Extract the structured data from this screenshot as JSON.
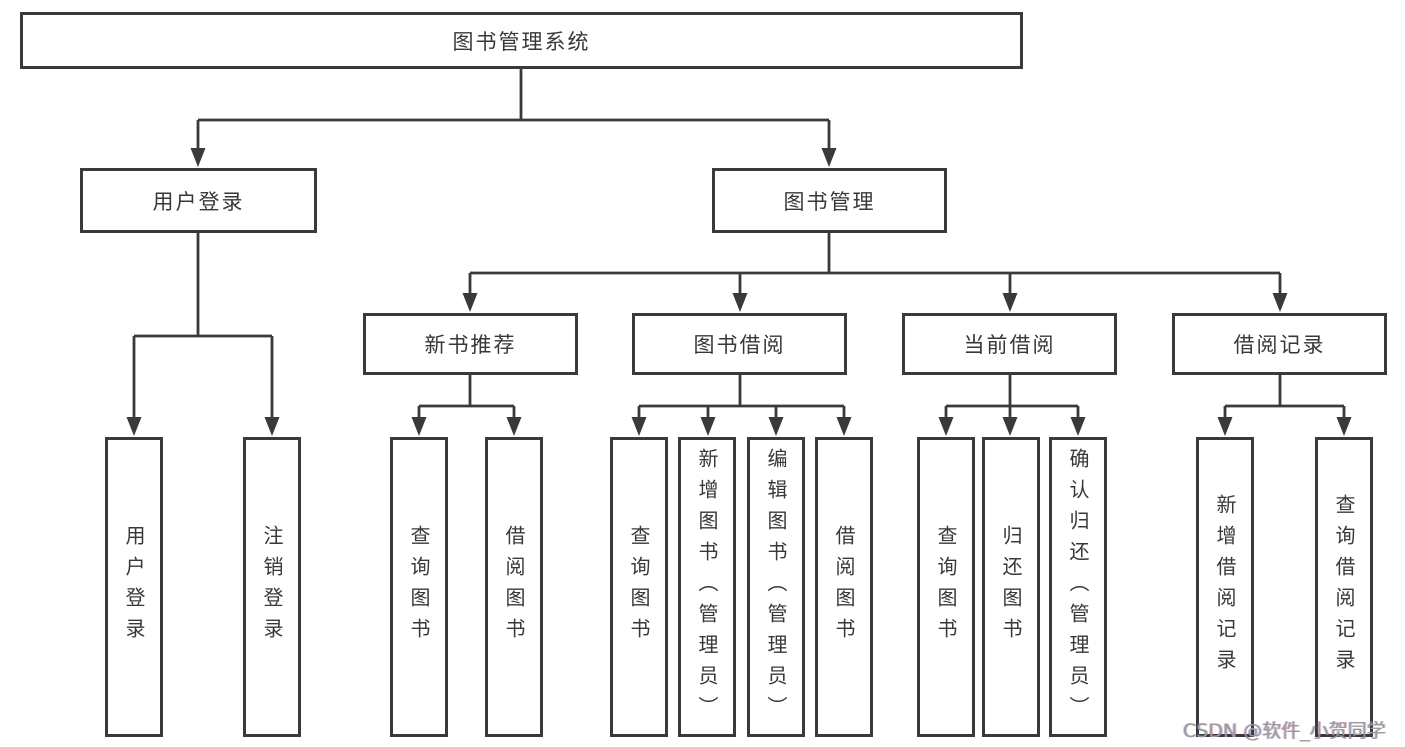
{
  "palette": {
    "line": "#3a3a3a",
    "box_border": "#3a3a3a",
    "box_fill": "#ffffff",
    "text": "#383838",
    "watermark_text": "#9a9aa0",
    "background": "#ffffff"
  },
  "nodes": {
    "root": {
      "label": "图书管理系统"
    },
    "user_login": {
      "label": "用户登录"
    },
    "book_mgmt": {
      "label": "图书管理"
    },
    "new_books": {
      "label": "新书推荐"
    },
    "book_borrow": {
      "label": "图书借阅"
    },
    "current_borrow": {
      "label": "当前借阅"
    },
    "borrow_records": {
      "label": "借阅记录"
    },
    "leaf_user_login": {
      "label": "用户登录"
    },
    "leaf_logout": {
      "label": "注销登录"
    },
    "leaf_nb_query": {
      "label": "查询图书"
    },
    "leaf_nb_borrow": {
      "label": "借阅图书"
    },
    "leaf_bw_query": {
      "label": "查询图书"
    },
    "leaf_bw_add": {
      "label": "新增图书（管理员）"
    },
    "leaf_bw_edit": {
      "label": "编辑图书（管理员）"
    },
    "leaf_bw_borrow": {
      "label": "借阅图书"
    },
    "leaf_cur_query": {
      "label": "查询图书"
    },
    "leaf_cur_return": {
      "label": "归还图书"
    },
    "leaf_cur_confirm": {
      "label": "确认归还（管理员）"
    },
    "leaf_rec_add": {
      "label": "新增借阅记录"
    },
    "leaf_rec_query": {
      "label": "查询借阅记录"
    }
  },
  "watermark": {
    "text": "CSDN @软件_小贺同学"
  }
}
